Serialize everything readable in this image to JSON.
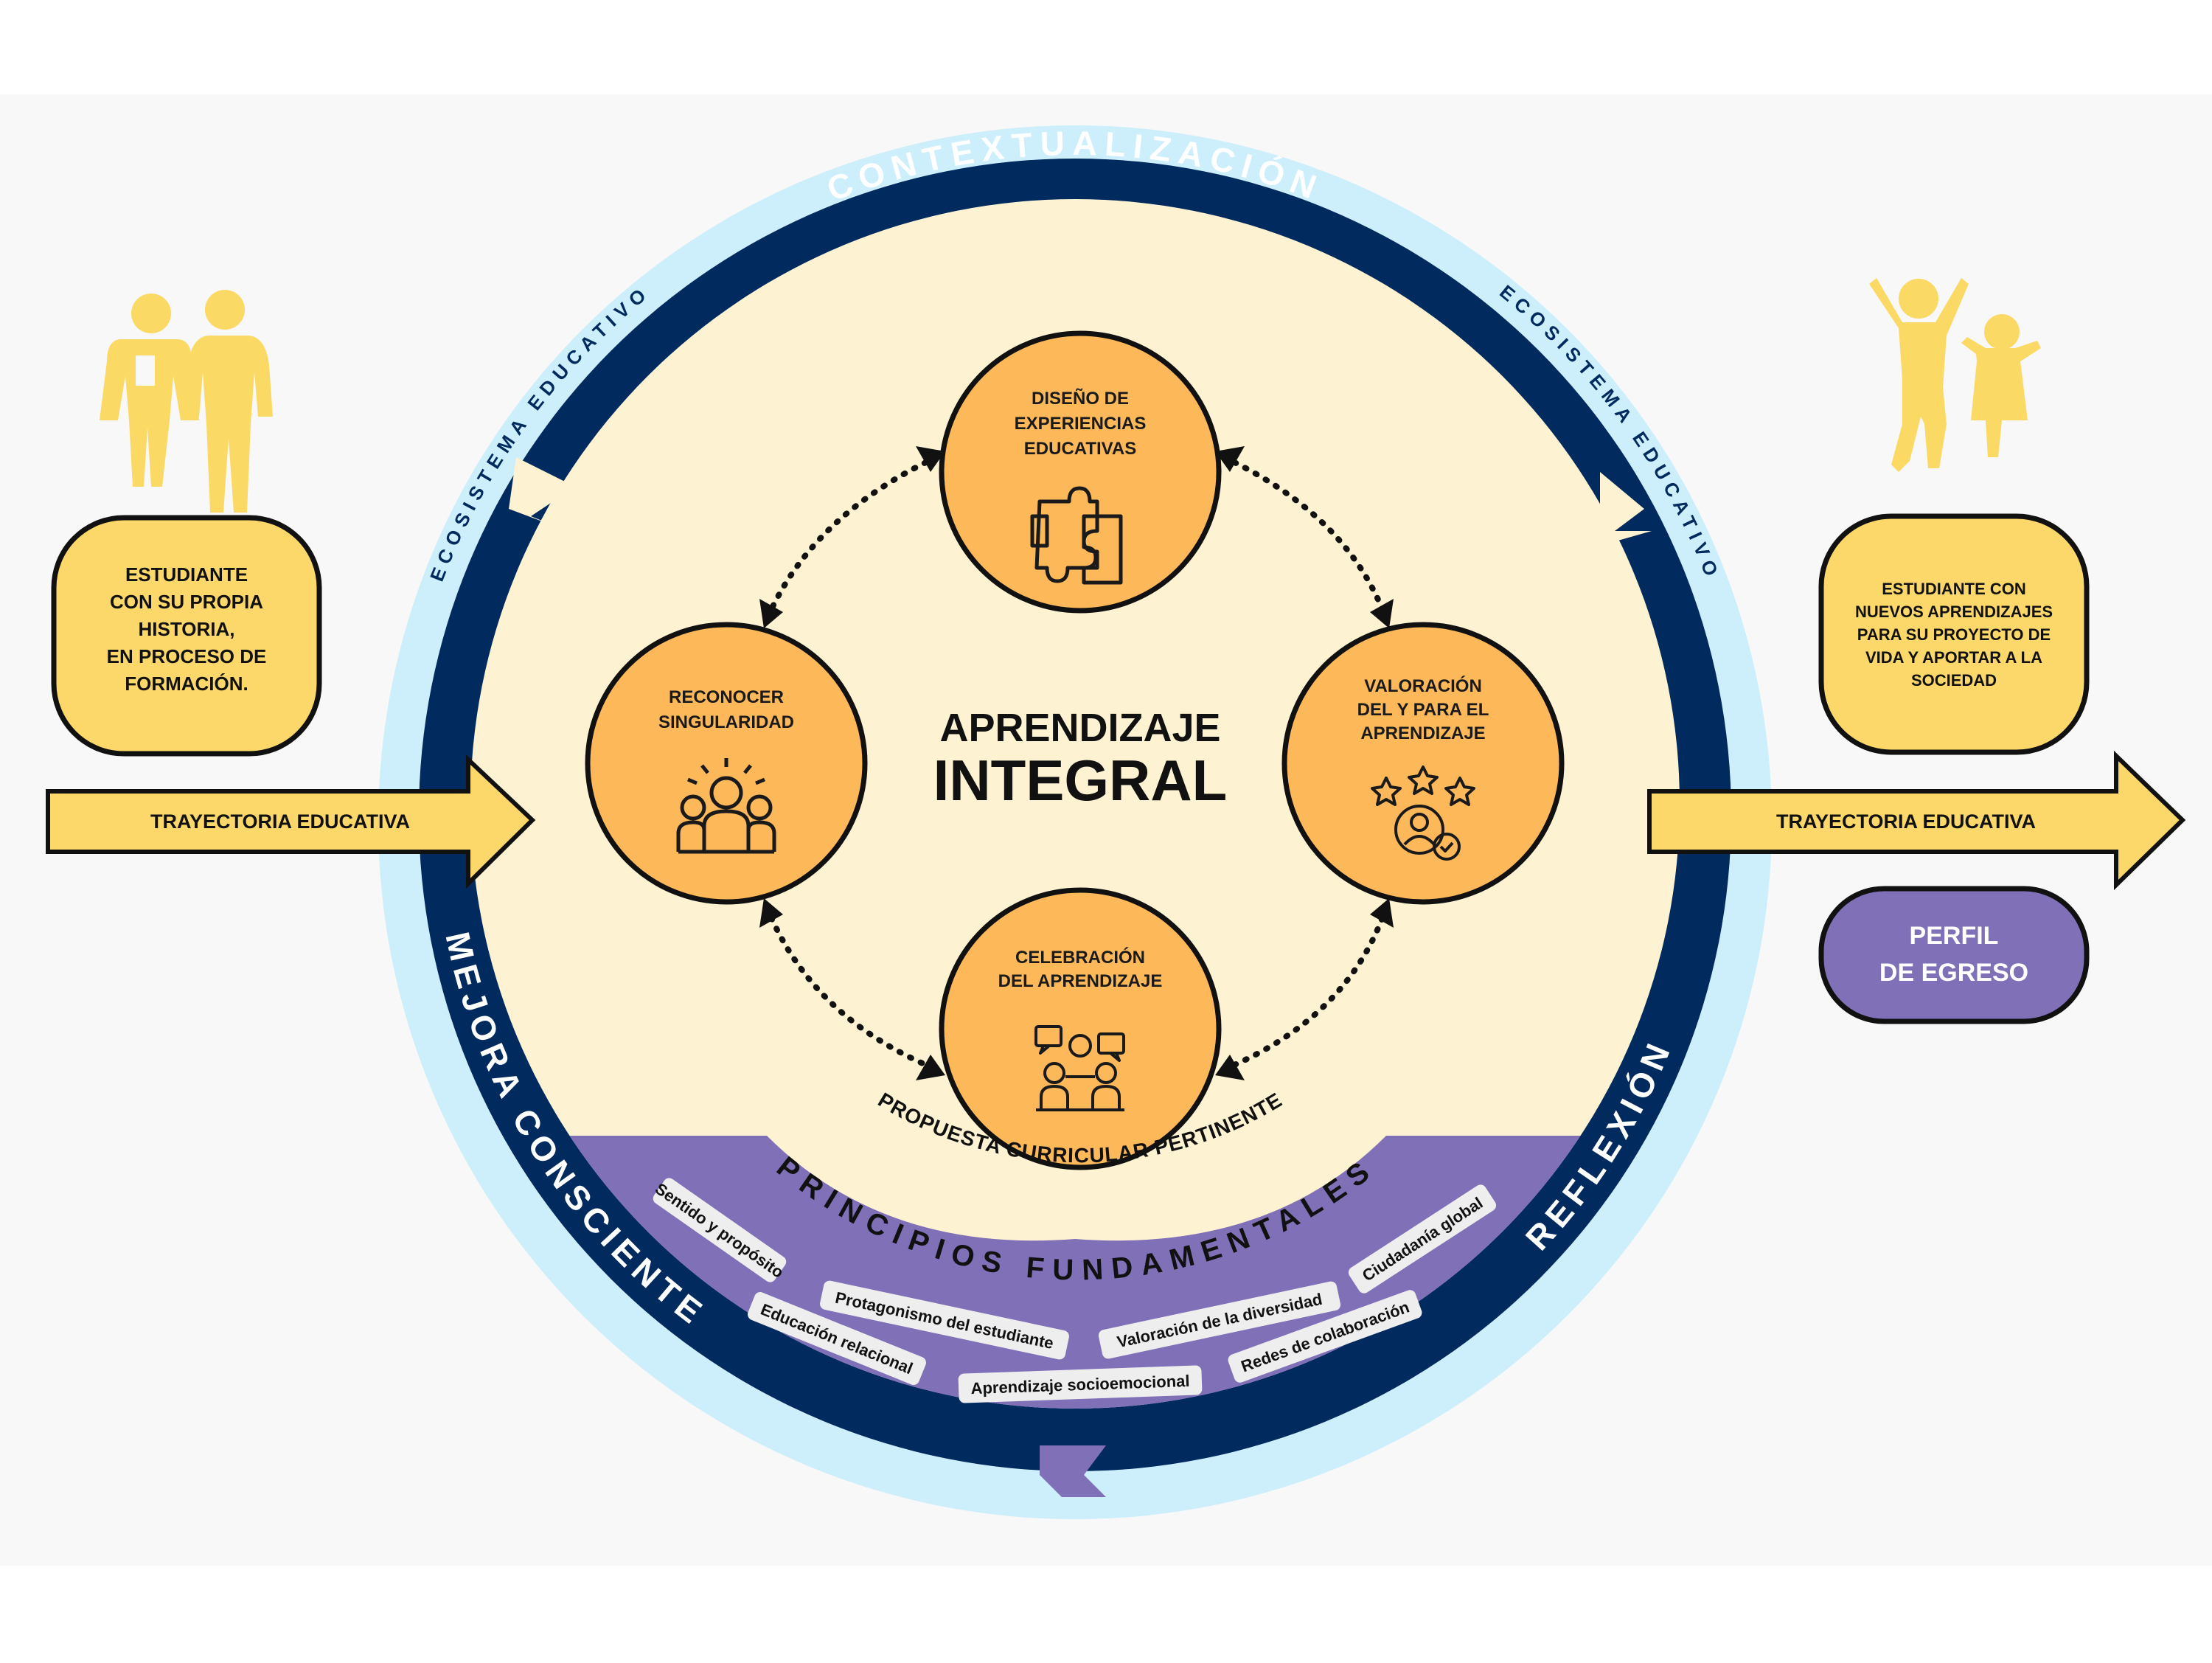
{
  "ring": {
    "top_label": "CONTEXTUALIZACIÓN",
    "left_label": "MEJORA CONSCIENTE",
    "right_label": "REFLEXIÓN",
    "ecosystem_label": "ECOSISTEMA EDUCATIVO"
  },
  "center": {
    "title_line1": "APRENDIZAJE",
    "title_line2": "INTEGRAL"
  },
  "nodes": {
    "top": {
      "line1": "DISEÑO DE",
      "line2": "EXPERIENCIAS",
      "line3": "EDUCATIVAS",
      "icon": "puzzle-icon"
    },
    "left": {
      "line1": "RECONOCER",
      "line2": "SINGULARIDAD",
      "icon": "group-icon"
    },
    "right": {
      "line1": "VALORACIÓN",
      "line2": "DEL Y PARA EL",
      "line3": "APRENDIZAJE",
      "icon": "rating-person-icon"
    },
    "bottom": {
      "line1": "CELEBRACIÓN",
      "line2": "DEL APRENDIZAJE",
      "icon": "conversation-icon"
    }
  },
  "curriculum": {
    "proposal_label": "PROPUESTA CURRICULAR PERTINENTE",
    "principles_title": "PRINCIPIOS FUNDAMENTALES",
    "principles": [
      "Sentido y propósito",
      "Protagonismo del estudiante",
      "Valoración de la diversidad",
      "Ciudadanía global",
      "Educación relacional",
      "Aprendizaje socioemocional",
      "Redes de colaboración"
    ]
  },
  "left_panel": {
    "student_line1": "ESTUDIANTE",
    "student_line2": "CON SU PROPIA",
    "student_line3": "HISTORIA,",
    "student_line4": "EN PROCESO DE",
    "student_line5": "FORMACIÓN.",
    "trajectory_label": "TRAYECTORIA EDUCATIVA",
    "icon": "students-walking-icon"
  },
  "right_panel": {
    "student_line1": "ESTUDIANTE CON",
    "student_line2": "NUEVOS APRENDIZAJES",
    "student_line3": "PARA SU PROYECTO DE",
    "student_line4": "VIDA Y APORTAR A LA",
    "student_line5": "SOCIEDAD",
    "trajectory_label": "TRAYECTORIA EDUCATIVA",
    "profile_line1": "PERFIL",
    "profile_line2": "DE EGRESO",
    "icon": "students-celebrating-icon"
  },
  "colors": {
    "navy": "#012a5e",
    "light_blue": "#cdeefb",
    "cream": "#fdf3d3",
    "orange": "#fdb85a",
    "yellow": "#fcd769",
    "purple": "#8070b8",
    "figure_yellow": "#fad965"
  }
}
